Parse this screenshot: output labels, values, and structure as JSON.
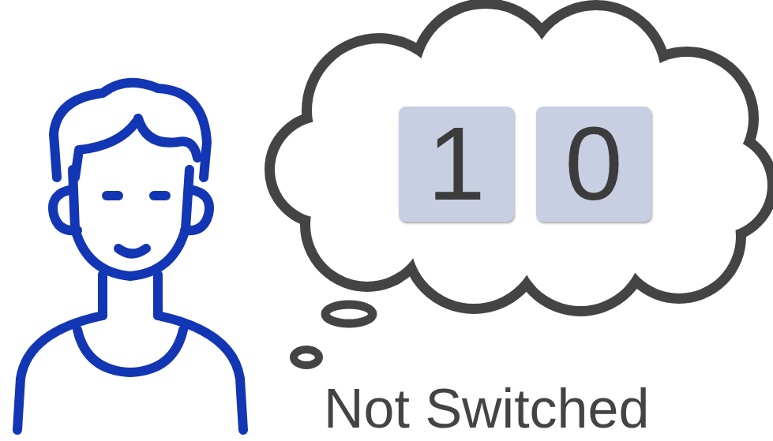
{
  "diagram": {
    "nodes": [
      {
        "text": [
          "1"
        ]
      },
      {
        "text": [
          "0"
        ]
      }
    ],
    "labels": [
      "Not Switched"
    ]
  }
}
